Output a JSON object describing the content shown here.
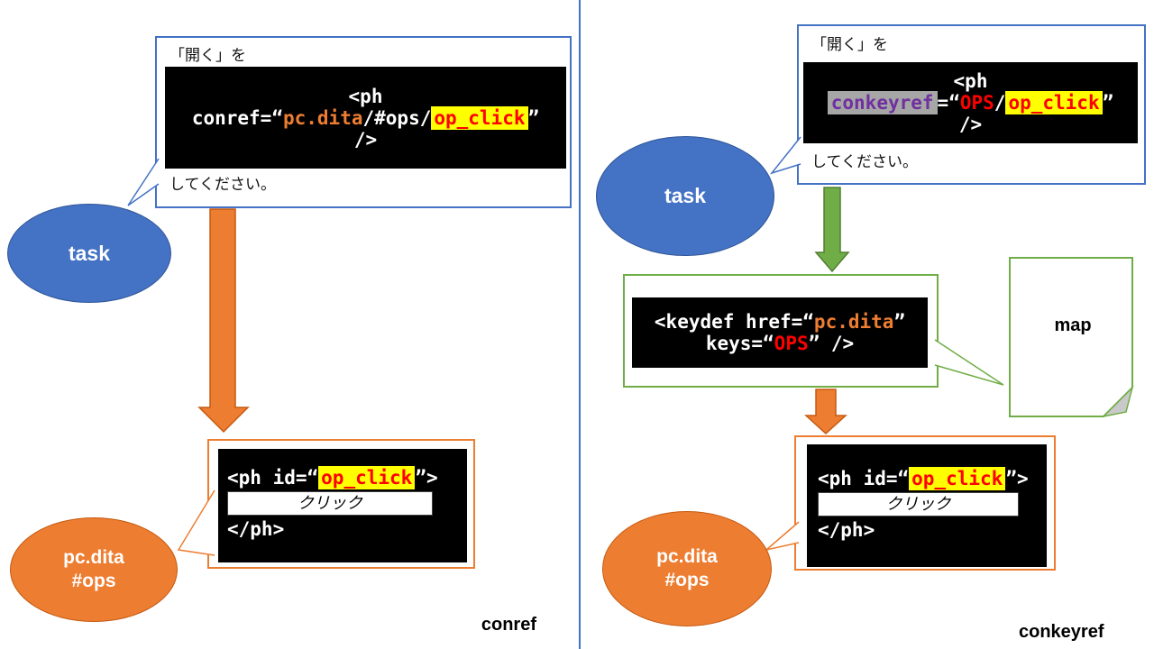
{
  "palette": {
    "blue": "#4472C4",
    "blue_dark": "#2F5597",
    "orange": "#ED7D31",
    "orange_dark": "#C55A11",
    "green": "#70AD47",
    "green_dark": "#507E32",
    "red": "#FF0000",
    "yellow_highlight": "#FFFF00",
    "purple": "#7030A0",
    "gray_highlight": "#A6A6A6",
    "code_background": "#000000",
    "divider": "#4472C4"
  },
  "left": {
    "caption": "conref",
    "task_label": "task",
    "source_label_line1": "pc.dita",
    "source_label_line2": "#ops",
    "bubble": {
      "intro": "「開く」を",
      "outro": "してください。",
      "code_line1": "<ph",
      "code_line2": {
        "attr": "conref=“",
        "file": "pc.dita",
        "path": "/#ops/",
        "id": "op_click",
        "closequote": "”"
      },
      "code_line3": "/>"
    },
    "source_code": {
      "line1_pre": "<ph id=“",
      "line1_id": "op_click",
      "line1_post": "”>",
      "content": "クリック",
      "line3": "</ph>"
    }
  },
  "right": {
    "caption": "conkeyref",
    "task_label": "task",
    "map_label": "map",
    "source_label_line1": "pc.dita",
    "source_label_line2": "#ops",
    "bubble": {
      "intro": "「開く」を",
      "outro": "してください。",
      "code_line1": "<ph",
      "code_line2": {
        "attr": "conkeyref",
        "equals": "=“",
        "key": "OPS",
        "slash": "/",
        "id": "op_click",
        "closequote": "”"
      },
      "code_line3": "/>"
    },
    "keydef_code": {
      "line1_pre": "<keydef href=“",
      "line1_file": "pc.dita",
      "line1_post": "”",
      "line2_pre": "keys=“",
      "line2_key": "OPS",
      "line2_post": "” />"
    },
    "source_code": {
      "line1_pre": "<ph id=“",
      "line1_id": "op_click",
      "line1_post": "”>",
      "content": "クリック",
      "line3": "</ph>"
    }
  }
}
